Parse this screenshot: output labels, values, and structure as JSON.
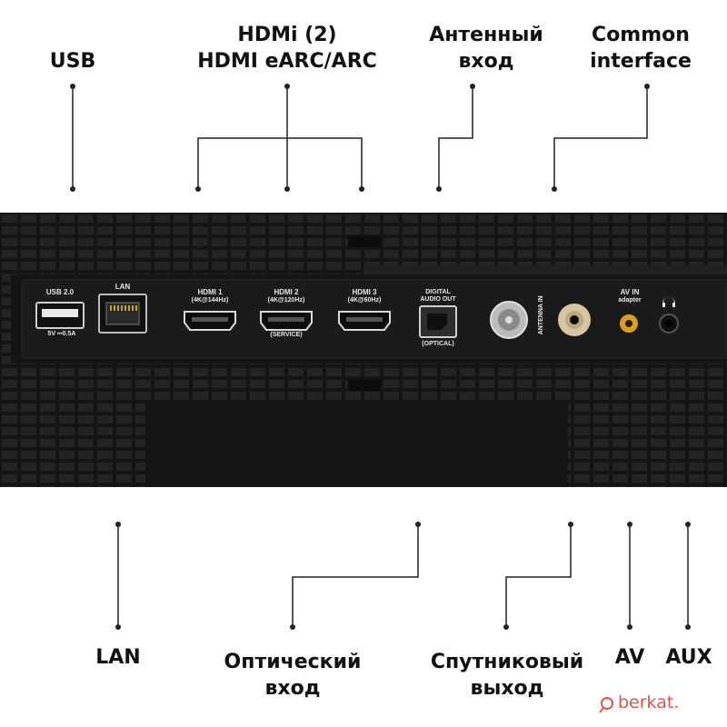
{
  "callouts": {
    "usb": "USB",
    "hdmi_line1": "HDMi (2)",
    "hdmi_line2": "HDMI eARC/ARC",
    "antenna_line1": "Антенный",
    "antenna_line2": "вход",
    "ci_line1": "Common",
    "ci_line2": "interface",
    "lan": "LAN",
    "optical_line1": "Оптический",
    "optical_line2": "вход",
    "sat_line1": "Спутниковый",
    "sat_line2": "выход",
    "av": "AV",
    "aux": "AUX"
  },
  "panel": {
    "usb_label": "USB 2.0",
    "usb_power": "5V ⎓0.5A",
    "lan_label": "LAN",
    "hdmi1_label": "HDMI 1",
    "hdmi1_spec": "(4K@144Hz)",
    "hdmi2_label": "HDMI 2",
    "hdmi2_spec": "(4K@120Hz)",
    "hdmi2_note": "(SERVICE)",
    "hdmi3_label": "HDMI 3",
    "hdmi3_spec": "(4K@60Hz)",
    "optical_label1": "DIGITAL",
    "optical_label2": "AUDIO OUT",
    "optical_note": "(OPTICAL)",
    "antenna_label": "ANTENNA IN",
    "avin_label": "AV IN",
    "avin_sub": "adapter"
  },
  "icons": {
    "headphone": "headphone-icon",
    "watermark_logo": "berkat-logo-icon"
  },
  "watermark": "berkat.",
  "colors": {
    "panel_dark": "#1b1b1b",
    "grille": "#2a2a2a",
    "av_jack": "#d9a21b",
    "coax": "#d6c7a2",
    "watermark": "#d9564f"
  }
}
